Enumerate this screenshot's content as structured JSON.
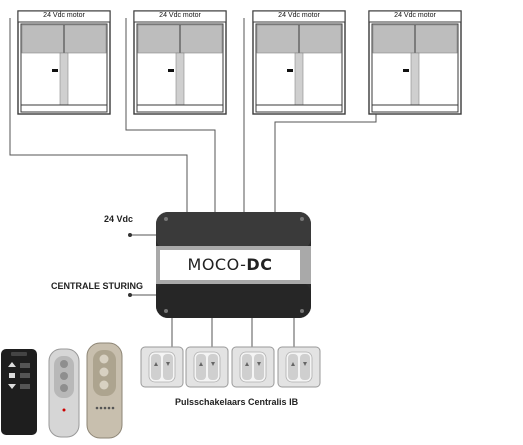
{
  "motors": [
    {
      "label": "24 Vdc motor"
    },
    {
      "label": "24 Vdc motor"
    },
    {
      "label": "24 Vdc motor"
    },
    {
      "label": "24 Vdc motor"
    }
  ],
  "controller": {
    "name_prefix": "MOCO-",
    "name_suffix": "DC"
  },
  "inputs": {
    "power_label": "24 Vdc",
    "central_label": "CENTRALE STURING"
  },
  "switches": {
    "caption": "Pulsschakelaars Centralis IB",
    "count": 4
  },
  "remotes": {
    "count": 3
  },
  "colors": {
    "line": "#555555",
    "controller_body": "#2e2e2e",
    "frame": "#3a3a3a",
    "shade": "#bdbdbd"
  }
}
